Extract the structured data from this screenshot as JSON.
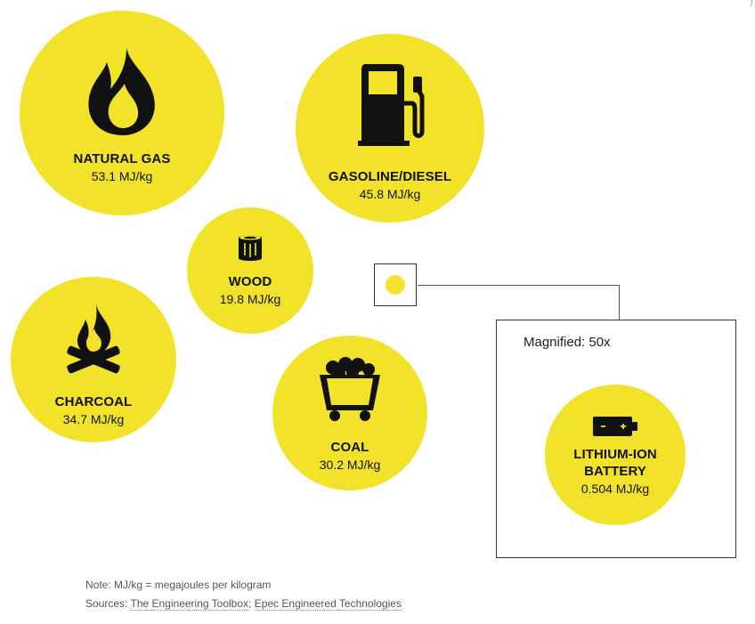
{
  "chart_data": {
    "type": "bubble",
    "unit": "MJ/kg",
    "items": [
      {
        "label": "NATURAL GAS",
        "value": 53.1,
        "value_text": "53.1 MJ/kg",
        "icon": "flame-icon"
      },
      {
        "label": "GASOLINE/DIESEL",
        "value": 45.8,
        "value_text": "45.8 MJ/kg",
        "icon": "fuel-pump-icon"
      },
      {
        "label": "WOOD",
        "value": 19.8,
        "value_text": "19.8 MJ/kg",
        "icon": "log-icon"
      },
      {
        "label": "CHARCOAL",
        "value": 34.7,
        "value_text": "34.7 MJ/kg",
        "icon": "campfire-icon"
      },
      {
        "label": "COAL",
        "value": 30.2,
        "value_text": "30.2 MJ/kg",
        "icon": "coal-cart-icon"
      },
      {
        "label": "LITHIUM-ION BATTERY",
        "label_lines": [
          "LITHIUM-ION",
          "BATTERY"
        ],
        "value": 0.504,
        "value_text": "0.504 MJ/kg",
        "icon": "battery-icon",
        "magnified": true
      }
    ],
    "magnification": {
      "factor": 50,
      "label": "Magnified: 50x"
    }
  },
  "notes": {
    "note": "Note: MJ/kg = megajoules per kilogram",
    "sources_prefix": "Sources: ",
    "source_1": "The Engineering Toolbox",
    "separator": "; ",
    "source_2": "Epec Engineered Technologies"
  },
  "colors": {
    "bubble": "#f2e32a",
    "icon": "#111111",
    "text": "#111111",
    "frame": "#333333"
  }
}
